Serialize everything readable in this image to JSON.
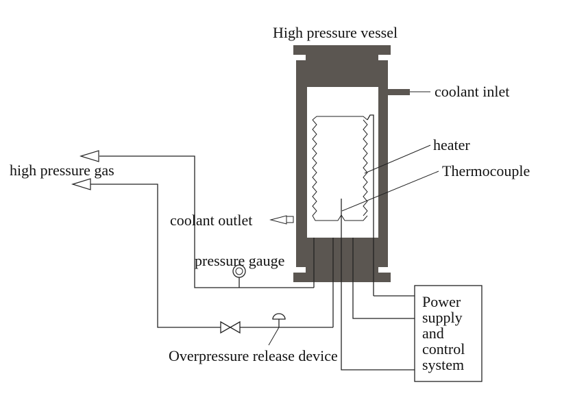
{
  "title": "High pressure vessel",
  "labels": {
    "coolant_inlet": "coolant inlet",
    "heater": "heater",
    "thermocouple": "Thermocouple",
    "high_pressure_gas": "high pressure gas",
    "coolant_outlet": "coolant outlet",
    "pressure_gauge": "pressure gauge",
    "overpressure_release": "Overpressure release device",
    "power_supply_lines": [
      "Power",
      "supply",
      "and",
      "control",
      "system"
    ]
  },
  "colors": {
    "vessel": "#5b5651",
    "line": "#222222",
    "text": "#111111",
    "background": "#ffffff"
  }
}
